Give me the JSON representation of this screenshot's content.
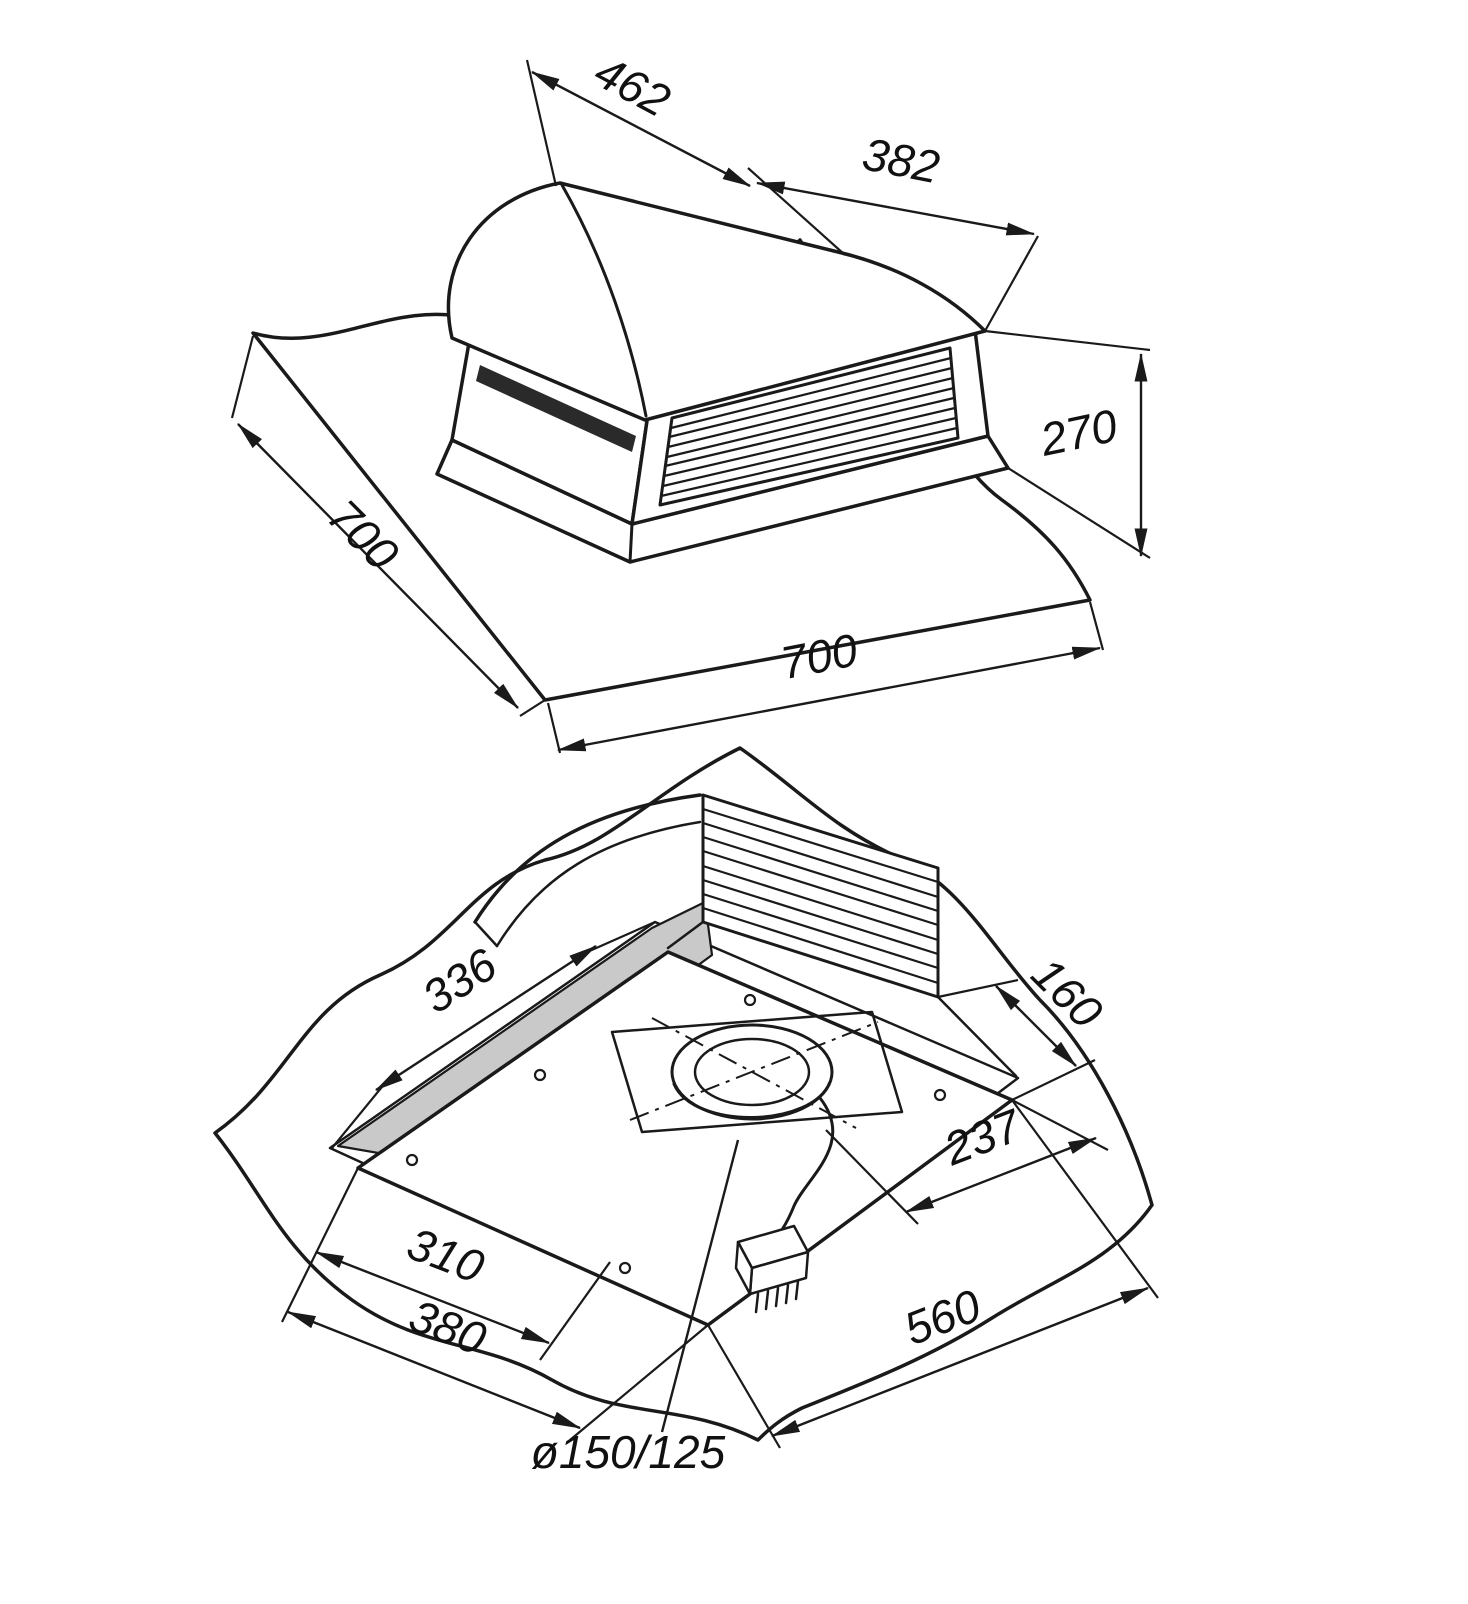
{
  "page": {
    "background": "#ffffff",
    "line_color": "#1a1a1a",
    "shade_color": "#c9c9c9"
  },
  "dimensions": {
    "top": {
      "hood_length": "462",
      "hood_width": "382",
      "height": "270",
      "base_side_left": "700",
      "base_side_front": "700"
    },
    "bottom": {
      "opening_length": "336",
      "edge_offset": "160",
      "duct_offset": "237",
      "opening_width": "310",
      "cutout_width": "380",
      "plate_width": "560",
      "duct_diameter": "ø150/125"
    }
  }
}
